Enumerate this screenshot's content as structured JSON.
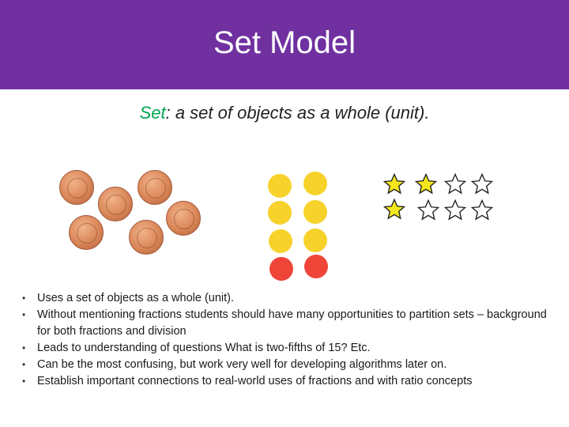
{
  "slide": {
    "title": "Set Model",
    "subtitle_keyword": "Set",
    "subtitle_rest": ": a set of objects as a whole (unit).",
    "accent_color": "#7030a0",
    "keyword_color": "#00a651"
  },
  "images": {
    "coins": {
      "icon": "penny-coin-icon",
      "count": 6
    },
    "dots": {
      "icon": "circle-counter-icon",
      "yellow_count": 6,
      "red_count": 2,
      "colors": [
        "#f7d22a",
        "#ef4438"
      ]
    },
    "stars": {
      "icon": "star-icon",
      "filled_count": 3,
      "outline_count": 5,
      "fill_color": "#f5e71b"
    }
  },
  "bullets": [
    "Uses a set of objects as a whole (unit).",
    "Without mentioning fractions students should have many opportunities to partition sets – background for both fractions and division",
    "Leads to understanding of questions What is two-fifths of 15?  Etc.",
    "Can be the most confusing, but work very well for developing algorithms later on.",
    "Establish important connections to real-world uses of fractions and with ratio concepts"
  ]
}
